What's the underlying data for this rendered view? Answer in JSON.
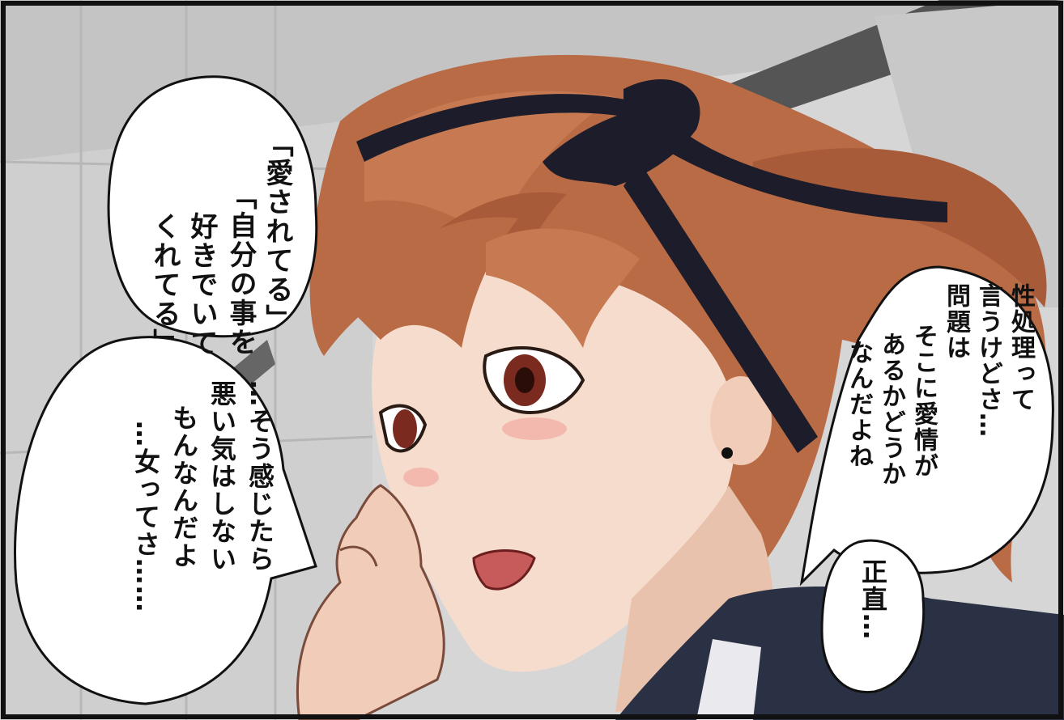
{
  "bubbles": {
    "left_top": {
      "lines": [
        "「愛されてる」",
        "「自分の事を",
        "好きでいて",
        "くれてる」"
      ]
    },
    "left_bottom": {
      "lines": [
        "…そう感じたら",
        "悪い気はしない",
        "もんなんだよ",
        "…女ってさ……"
      ]
    },
    "right_top": {
      "lines": [
        "性処理って",
        "言うけどさ…",
        "問題は",
        "そこに愛情が",
        "あるかどうか",
        "なんだよね"
      ]
    },
    "right_bottom": {
      "lines": [
        "正直…"
      ]
    }
  },
  "colors": {
    "hair": "#b86b45",
    "skin": "#f6dccd",
    "ribbon": "#1c1c2a",
    "jacket": "#2b3144",
    "wall": "#d9d9d9"
  }
}
